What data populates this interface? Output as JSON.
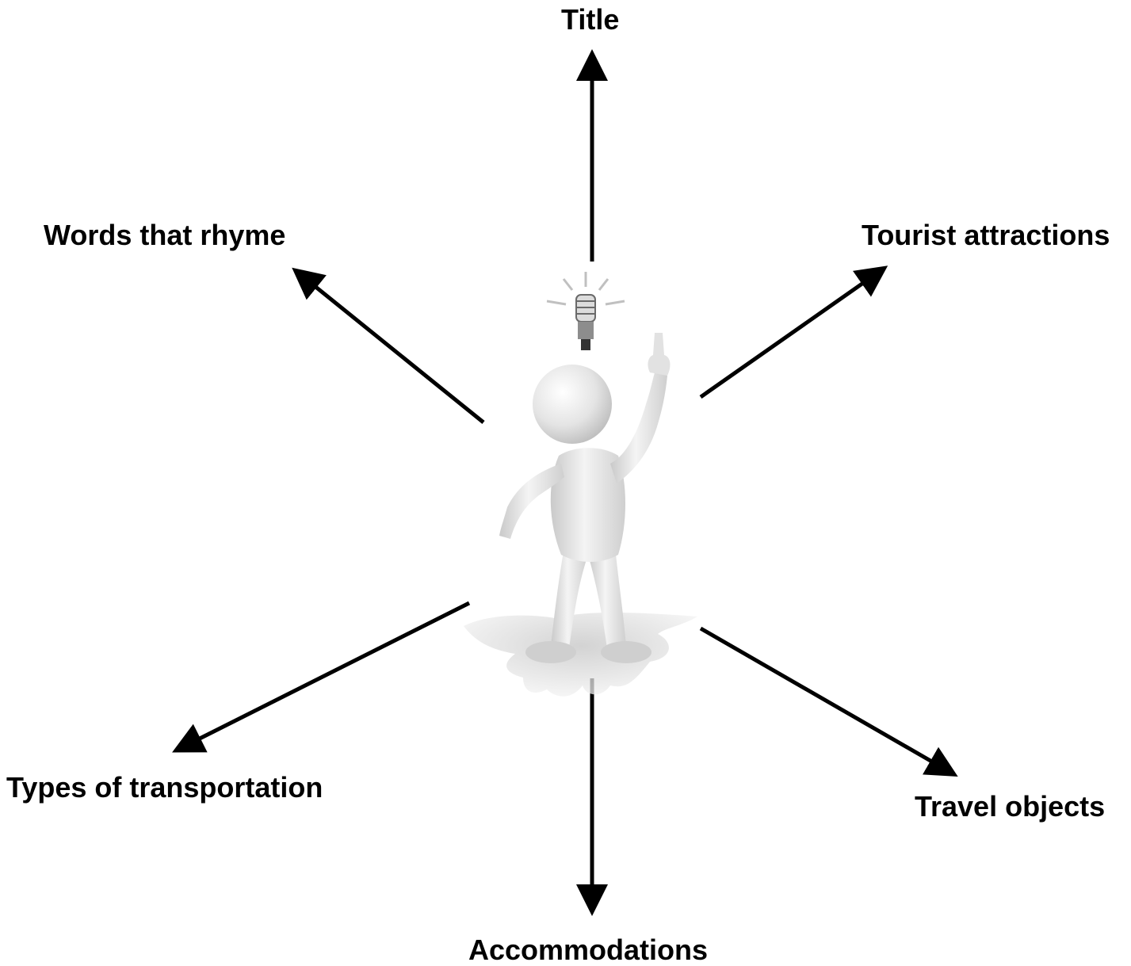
{
  "labels": {
    "title": "Title",
    "words_that_rhyme": "Words that rhyme",
    "tourist_attractions": "Tourist attractions",
    "types_of_transportation": "Types of transportation",
    "travel_objects": "Travel objects",
    "accommodations": "Accommodations"
  },
  "center_image": "stick-figure-with-lightbulb-idea",
  "colors": {
    "arrow": "#000000",
    "figure": "#e6e6e6",
    "figure_shadow": "#b5b5b5",
    "text": "#000000"
  }
}
